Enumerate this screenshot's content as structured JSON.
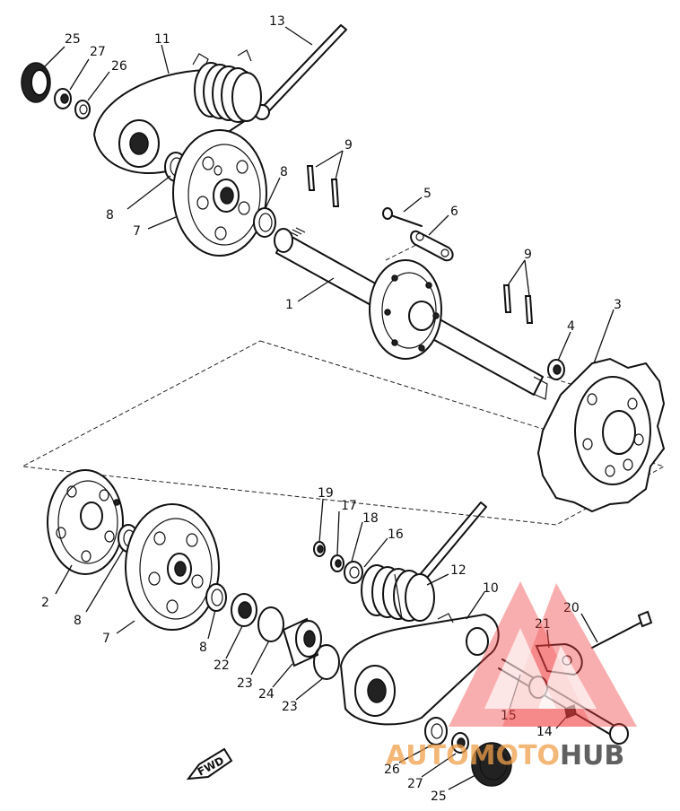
{
  "callouts": [
    {
      "id": "c25a",
      "text": "25"
    },
    {
      "id": "c27a",
      "text": "27"
    },
    {
      "id": "c26a",
      "text": "26"
    },
    {
      "id": "c11",
      "text": "11"
    },
    {
      "id": "c13",
      "text": "13"
    },
    {
      "id": "c9a",
      "text": "9"
    },
    {
      "id": "c8a",
      "text": "8"
    },
    {
      "id": "c8b",
      "text": "8"
    },
    {
      "id": "c7a",
      "text": "7"
    },
    {
      "id": "c5",
      "text": "5"
    },
    {
      "id": "c6",
      "text": "6"
    },
    {
      "id": "c1",
      "text": "1"
    },
    {
      "id": "c9b",
      "text": "9"
    },
    {
      "id": "c3",
      "text": "3"
    },
    {
      "id": "c4",
      "text": "4"
    },
    {
      "id": "c19",
      "text": "19"
    },
    {
      "id": "c17",
      "text": "17"
    },
    {
      "id": "c18",
      "text": "18"
    },
    {
      "id": "c16",
      "text": "16"
    },
    {
      "id": "c12",
      "text": "12"
    },
    {
      "id": "c10",
      "text": "10"
    },
    {
      "id": "c2",
      "text": "2"
    },
    {
      "id": "c8c",
      "text": "8"
    },
    {
      "id": "c7b",
      "text": "7"
    },
    {
      "id": "c8d",
      "text": "8"
    },
    {
      "id": "c22",
      "text": "22"
    },
    {
      "id": "c23a",
      "text": "23"
    },
    {
      "id": "c24",
      "text": "24"
    },
    {
      "id": "c23b",
      "text": "23"
    },
    {
      "id": "c20",
      "text": "20"
    },
    {
      "id": "c21",
      "text": "21"
    },
    {
      "id": "c15",
      "text": "15"
    },
    {
      "id": "c14",
      "text": "14"
    },
    {
      "id": "c26b",
      "text": "26"
    },
    {
      "id": "c27b",
      "text": "27"
    },
    {
      "id": "c25b",
      "text": "25"
    }
  ],
  "fwd_label": "FWD",
  "watermark": {
    "part1": "AUTO",
    "part2": "MOTO",
    "part3": "HUB"
  },
  "colors": {
    "ink": "#111111",
    "watermark_red": "#ee3b3b",
    "watermark_orange": "#f0a04a",
    "watermark_dark": "#2b2b2b"
  }
}
